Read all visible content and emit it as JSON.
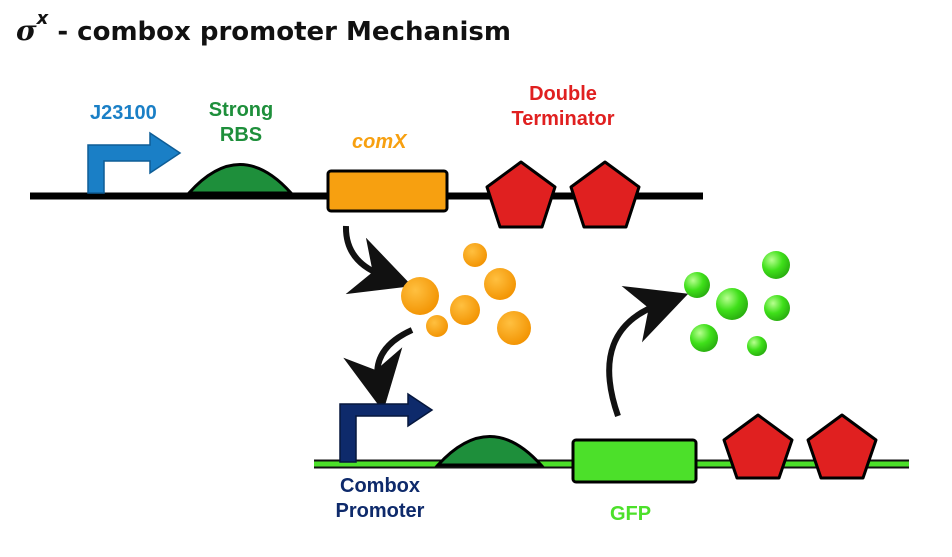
{
  "title": {
    "symbol": "σ",
    "superscript": "x",
    "text": "- combox promoter Mechanism"
  },
  "construct1": {
    "promoter": "J23100",
    "rbs_line1": "Strong",
    "rbs_line2": "RBS",
    "gene": "comX",
    "terminator_line1": "Double",
    "terminator_line2": "Terminator"
  },
  "construct2": {
    "promoter_line1": "Combox",
    "promoter_line2": "Promoter",
    "gene": "GFP"
  },
  "colors": {
    "j23100": "#1a7fc6",
    "rbs": "#1e8f3b",
    "comx": "#f7a010",
    "terminator": "#e02020",
    "combox": "#0e2a6b",
    "gfp": "#4ce02a"
  },
  "icons": [
    "promoter-arrow-icon",
    "rbs-dome-icon",
    "terminator-pentagon-icon",
    "curved-arrow-icon",
    "protein-dot-icon"
  ]
}
